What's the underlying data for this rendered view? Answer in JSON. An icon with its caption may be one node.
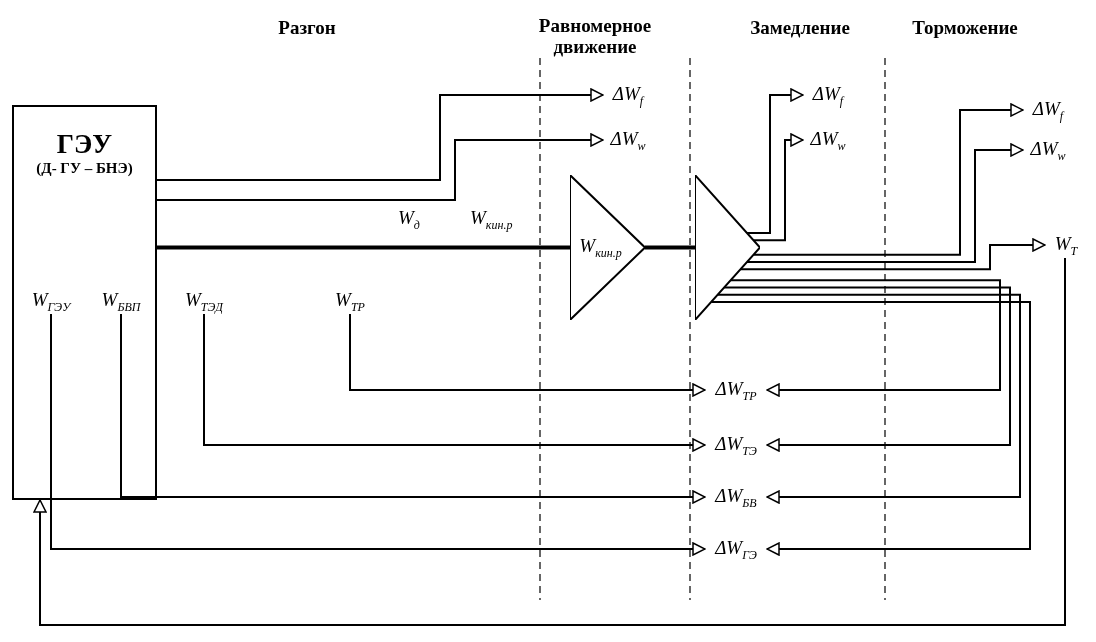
{
  "diagram": {
    "nodes": [
      {
        "text": [
          "ГЭУ",
          "(Д- ГУ – БНЭ)"
        ]
      },
      {
        "text": [
          "ΔW$_{f}$"
        ]
      },
      {
        "text": [
          "ΔW$_{w}$"
        ]
      },
      {
        "text": [
          "ΔW$_{f}$"
        ]
      },
      {
        "text": [
          "ΔW$_{w}$"
        ]
      },
      {
        "text": [
          "ΔW$_{f}$"
        ]
      },
      {
        "text": [
          "ΔW$_{w}$"
        ]
      },
      {
        "text": [
          "W$_{T}$"
        ]
      },
      {
        "text": [
          "ΔW$_{TP}$"
        ]
      },
      {
        "text": [
          "ΔW$_{TЭ}$"
        ]
      },
      {
        "text": [
          "ΔW$_{БВ}$"
        ]
      },
      {
        "text": [
          "ΔW$_{ГЭ}$"
        ]
      },
      {
        "text": [
          "W$_{кин.р}$"
        ]
      },
      {
        "text": [],
        "shape": "arrow"
      },
      {
        "text": [
          "W$_{ГЭУ}$"
        ],
        "in": 0
      },
      {
        "text": [
          "W$_{БВП}$"
        ],
        "in": 0
      },
      {
        "text": [
          "W$_{ТЭД}$"
        ]
      },
      {
        "text": [
          "W$_{ТР}$"
        ]
      }
    ],
    "edges": [
      {
        "from": 0,
        "to": 1,
        "arrow": "to"
      },
      {
        "from": 0,
        "to": 2,
        "arrow": "to"
      },
      {
        "from": 0,
        "to": 12,
        "arrow": "none",
        "style": "thick"
      },
      {
        "from": 12,
        "to": 13,
        "arrow": "none",
        "style": "thick"
      },
      {
        "from": 13,
        "to": 3,
        "arrow": "to"
      },
      {
        "from": 13,
        "to": 4,
        "arrow": "to"
      },
      {
        "from": 13,
        "to": 5,
        "arrow": "to"
      },
      {
        "from": 13,
        "to": 6,
        "arrow": "to"
      },
      {
        "from": 13,
        "to": 7,
        "arrow": "to"
      },
      {
        "from": 13,
        "to": 8,
        "arrow": "to"
      },
      {
        "from": 13,
        "to": 9,
        "arrow": "to"
      },
      {
        "from": 13,
        "to": 10,
        "arrow": "to"
      },
      {
        "from": 13,
        "to": 11,
        "arrow": "to"
      },
      {
        "from": 7,
        "to": 0,
        "arrow": "to"
      },
      {
        "from": 17,
        "to": 8,
        "arrow": "to"
      },
      {
        "from": 16,
        "to": 9,
        "arrow": "to"
      },
      {
        "from": 15,
        "to": 10,
        "arrow": "to"
      },
      {
        "from": 14,
        "to": 11,
        "arrow": "to"
      }
    ],
    "labels": [
      "Разгон",
      "Равномерное движение",
      "Замедление",
      "Торможение",
      "W$_{д}$",
      "W$_{кин.р}$"
    ]
  }
}
